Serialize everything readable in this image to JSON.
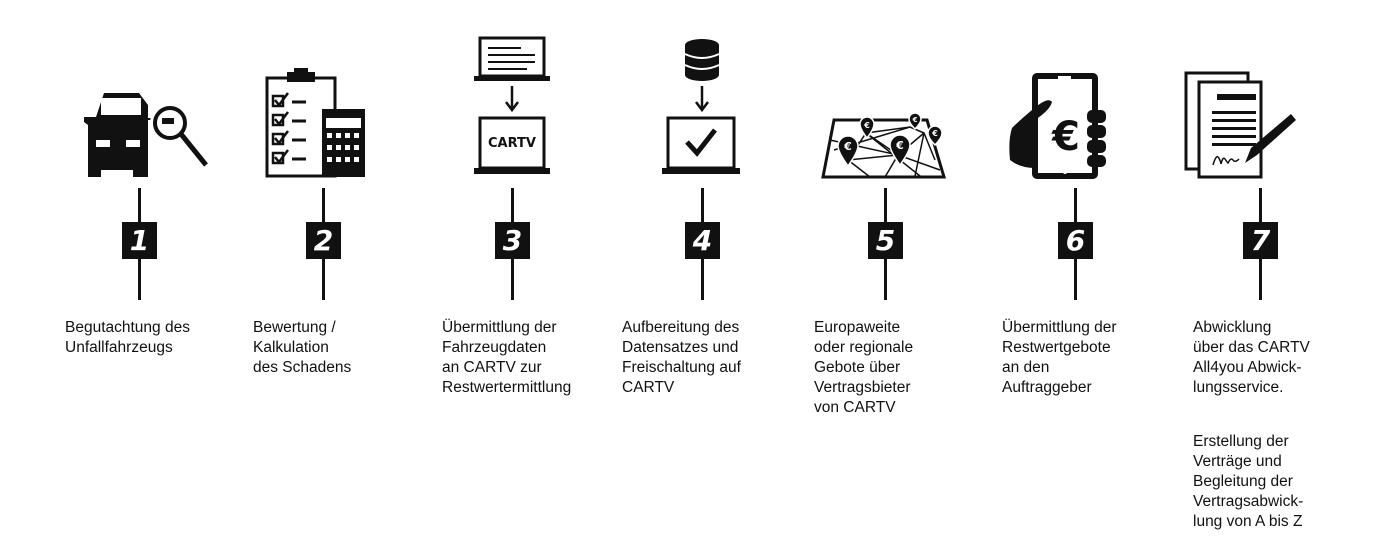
{
  "colors": {
    "ink": "#111111",
    "background": "#ffffff"
  },
  "steps": [
    {
      "number": "1",
      "icon": "car-magnifier-icon",
      "text": "Begutachtung des\nUnfallfahrzeugs"
    },
    {
      "number": "2",
      "icon": "checklist-calculator-icon",
      "text": "Bewertung /\nKalkulation\ndes Schadens"
    },
    {
      "number": "3",
      "icon": "laptop-transfer-icon",
      "logo": "CARTV",
      "text": "Übermittlung der\nFahrzeugdaten\nan CARTV zur\nRestwertermittlung"
    },
    {
      "number": "4",
      "icon": "database-laptop-check-icon",
      "text": "Aufbereitung des\nDatensatzes und\nFreischaltung auf\nCARTV"
    },
    {
      "number": "5",
      "icon": "euro-map-network-icon",
      "text": "Europaweite\noder regionale\nGebote über\nVertragsbieter\nvon CARTV"
    },
    {
      "number": "6",
      "icon": "hand-phone-euro-icon",
      "text": "Übermittlung der\nRestwertgebote\nan den\nAuftraggeber"
    },
    {
      "number": "7",
      "icon": "contract-signing-icon",
      "text": "Abwicklung\nüber das CARTV\nAll4you Abwick-\nlungsservice.",
      "text2": "Erstellung der\nVerträge und\nBegleitung der\nVertragsabwick-\nlung von A bis Z"
    }
  ]
}
